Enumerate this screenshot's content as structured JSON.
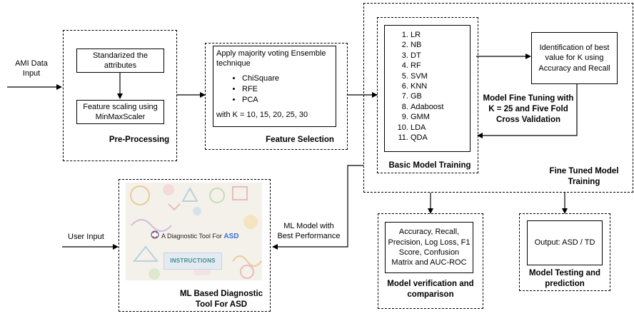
{
  "inputs": {
    "ami_data": "AMI Data\nInput",
    "user_input": "User Input"
  },
  "preprocessing": {
    "step1": "Standarized the attributes",
    "step2": "Feature scaling using MinMaxScaler",
    "caption": "Pre-Processing"
  },
  "feature_selection": {
    "intro": "Apply majority voting Ensemble technique",
    "methods": [
      "ChiSquare",
      "RFE",
      "PCA"
    ],
    "k_values": "with K = 10, 15, 20, 25, 30",
    "caption": "Feature Selection"
  },
  "basic_training": {
    "models": [
      "LR",
      "NB",
      "DT",
      "RF",
      "SVM",
      "KNN",
      "GB",
      "Adaboost",
      "GMM",
      "LDA",
      "QDA"
    ],
    "caption": "Basic Model Training"
  },
  "fine_tuning": {
    "k_identification": "Identification of best value for K using Accuracy and Recall",
    "tuning_label": "Model Fine Tuning with K = 25 and Five Fold Cross Validation",
    "caption": "Fine Tuned Model Training"
  },
  "verification": {
    "metrics": "Accuracy, Recall, Precision, Log Loss, F1 Score, Confusion Matrix and AUC-ROC",
    "caption": "Model verification and comparison"
  },
  "testing": {
    "output": "Output: ASD / TD",
    "caption": "Model Testing and prediction"
  },
  "tool": {
    "best_model_label": "ML Model with\nBest Performance",
    "app_title_prefix": "A Diagnostic Tool For",
    "app_title_accent": "ASD",
    "instructions_button": "INSTRUCTIONS",
    "caption": "ML Based Diagnostic Tool For ASD"
  },
  "colors": {
    "accent": "#3a6fd8",
    "instructions_bg": "#e4eaf2",
    "instructions_text": "#3d8f8a"
  }
}
